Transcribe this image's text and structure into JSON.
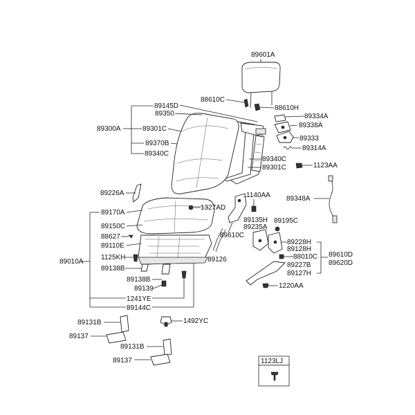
{
  "labels": {
    "l89601A": "89601A",
    "l88610C": "88610C",
    "l88610H": "88610H",
    "l89145D": "89145D",
    "l89350": "89350",
    "l89334A": "89334A",
    "l89338A": "89338A",
    "l89300A": "89300A",
    "l89301C_a": "89301C",
    "l89333": "89333",
    "l89370B": "89370B",
    "l89314A": "89314A",
    "l89340C_a": "89340C",
    "l89340C_b": "89340C",
    "l89301C_b": "89301C",
    "l1123AA": "1123AA",
    "l89226A": "89226A",
    "l1140AA": "1140AA",
    "l89348A": "89348A",
    "l1327AD": "1327AD",
    "l89170A": "89170A",
    "l89135H": "89135H",
    "l89195C": "89195C",
    "l89235A": "89235A",
    "l89150C": "89150C",
    "l89610C": "89610C",
    "l88627": "88627",
    "l89228H": "89228H",
    "l89128H": "89128H",
    "l89610D": "89610D",
    "l89620D": "89620D",
    "l89110E": "89110E",
    "l88010C": "88010C",
    "l1125KH": "1125KH",
    "l89126": "89126",
    "l89010A": "89010A",
    "l89138B_a": "89138B",
    "l89227B": "89227B",
    "l89127H": "89127H",
    "l89138B_b": "89138B",
    "l89139": "89139",
    "l1220AA": "1220AA",
    "l1241YE": "1241YE",
    "l89144C": "89144C",
    "l89131B_a": "89131B",
    "l1492YC": "1492YC",
    "l89137_a": "89137",
    "l89131B_b": "89131B",
    "l89137_b": "89137",
    "l1123LJ": "1123LJ"
  }
}
